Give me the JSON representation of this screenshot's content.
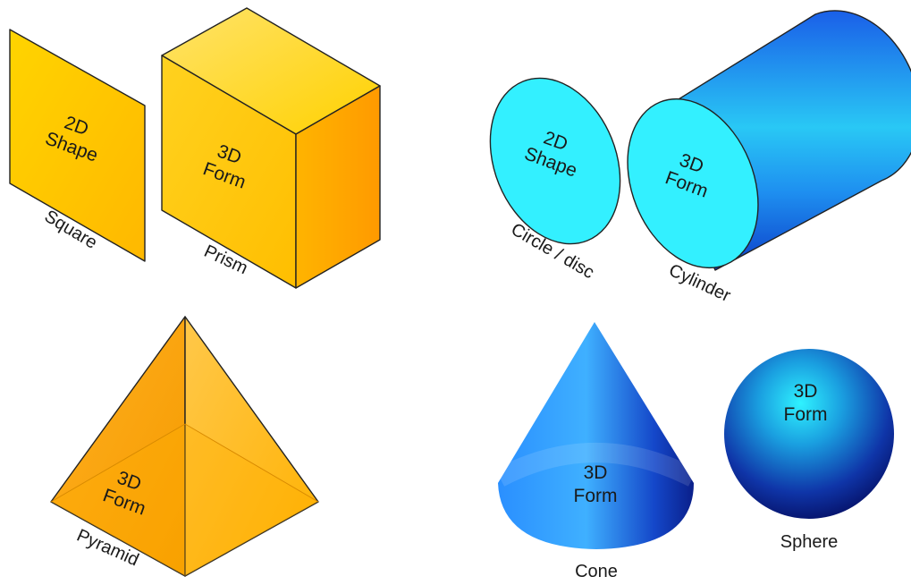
{
  "colors": {
    "yellow_light": "#ffd633",
    "yellow_mid": "#ffc400",
    "orange": "#ffa500",
    "cyan": "#33f0ff",
    "blue_dark": "#0a1a8c"
  },
  "square": {
    "line1": "2D",
    "line2": "Shape",
    "name": "Square"
  },
  "prism": {
    "line1": "3D",
    "line2": "Form",
    "name": "Prism"
  },
  "pyramid": {
    "line1": "3D",
    "line2": "Form",
    "name": "Pyramid"
  },
  "circle": {
    "line1": "2D",
    "line2": "Shape",
    "name": "Circle / disc"
  },
  "cylinder": {
    "line1": "3D",
    "line2": "Form",
    "name": "Cylinder"
  },
  "cone": {
    "line1": "3D",
    "line2": "Form",
    "name": "Cone"
  },
  "sphere": {
    "line1": "3D",
    "line2": "Form",
    "name": "Sphere"
  }
}
